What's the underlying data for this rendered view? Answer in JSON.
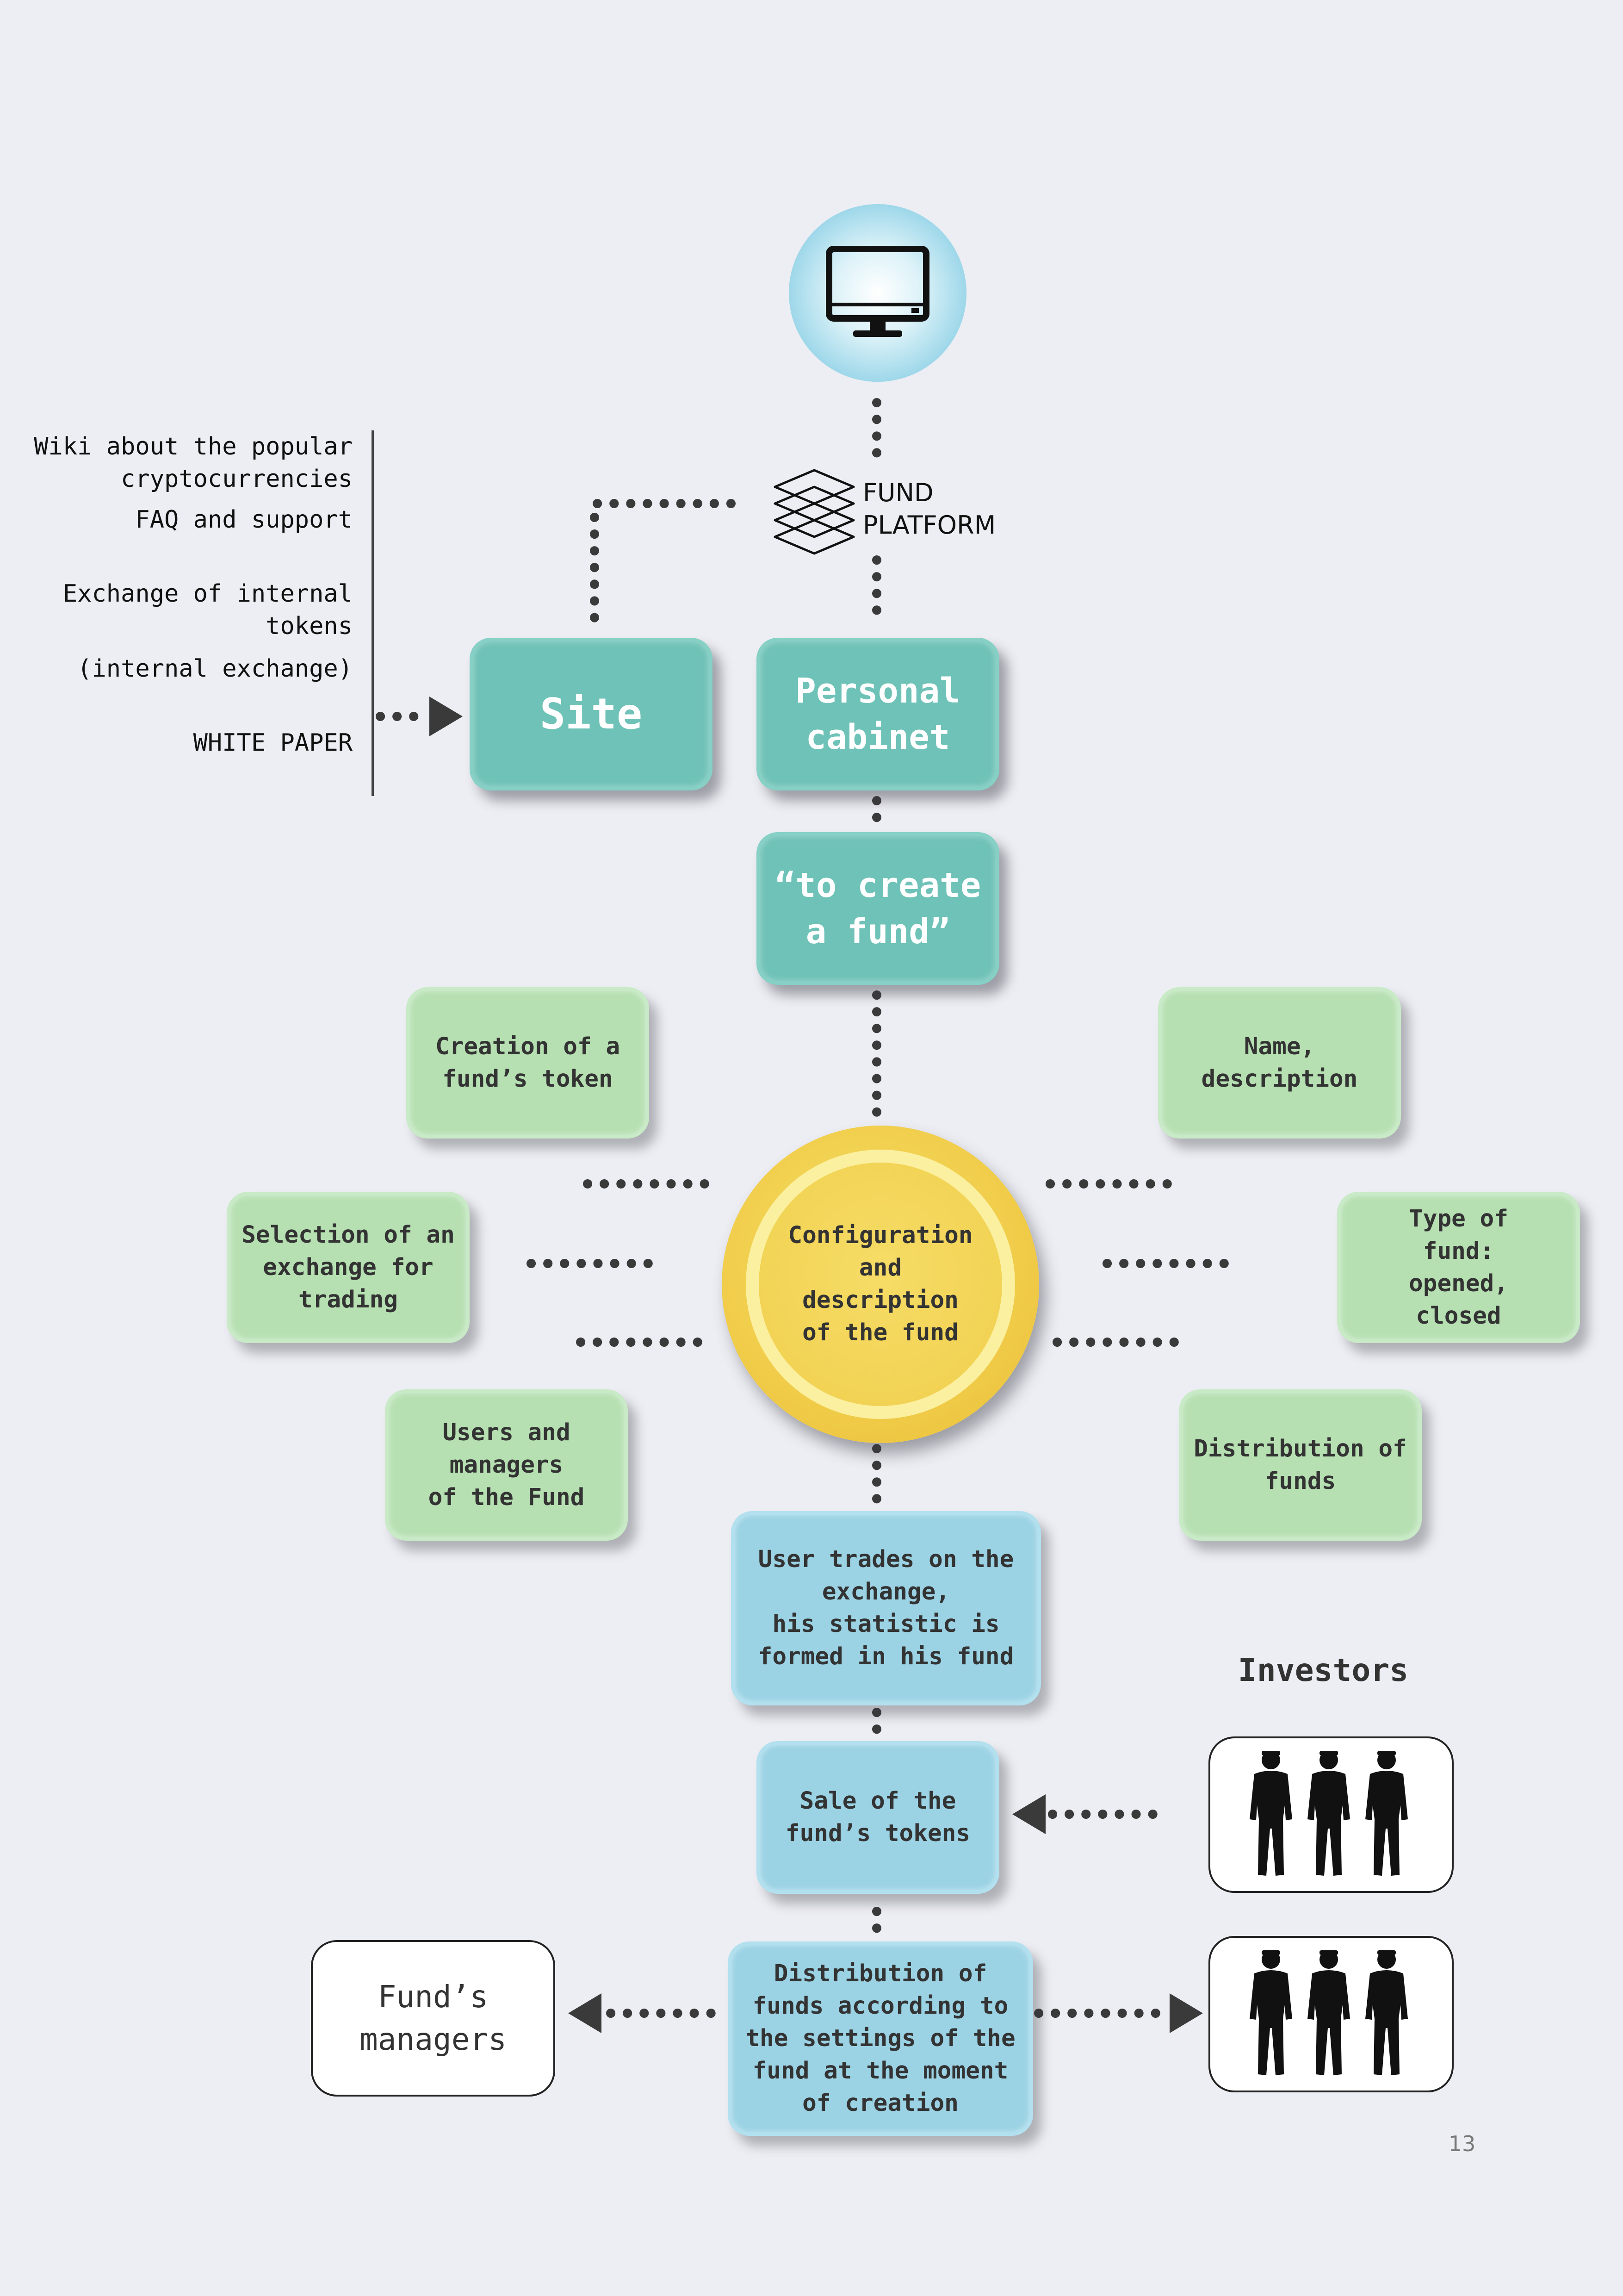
{
  "links": [
    "Wiki about the popular\ncryptocurrencies",
    "FAQ and support",
    "Exchange of internal\ntokens",
    "(internal exchange)",
    "WHITE PAPER"
  ],
  "brand": {
    "name": "FUND\nPLATFORM"
  },
  "nodes": {
    "site": "Site",
    "personal_cabinet": "Personal\ncabinet",
    "create_fund": "“to create\na fund”",
    "core": "Configuration\nand\ndescription\nof the fund",
    "creation_token": "Creation of a\nfund’s token",
    "selection_exchange": "Selection of an\nexchange for\ntrading",
    "users_managers": "Users and\nmanagers\nof the Fund",
    "name_description": "Name,\ndescription",
    "type_of_fund": "Type of\nfund:\nopened,\nclosed",
    "distribution_funds": "Distribution of\nfunds",
    "user_trades": "User trades on the\nexchange,\nhis statistic is\nformed in his fund",
    "sale_tokens": "Sale of the\nfund’s tokens",
    "distribution_settings": "Distribution of\nfunds according to\nthe settings of the\nfund at the moment\nof creation",
    "fund_managers": "Fund’s\nmanagers"
  },
  "investors_label": "Investors",
  "page_number": "13",
  "icons": [
    "monitor-icon",
    "fund-platform-logo-icon",
    "investors-group-icon",
    "arrow-icon"
  ],
  "colors": {
    "background": "#edeef3",
    "teal": "#6fc2b7",
    "green": "#b6e0b2",
    "blue": "#9bd3e5",
    "yellow": "#efc945",
    "dots": "#3a3a3a"
  }
}
